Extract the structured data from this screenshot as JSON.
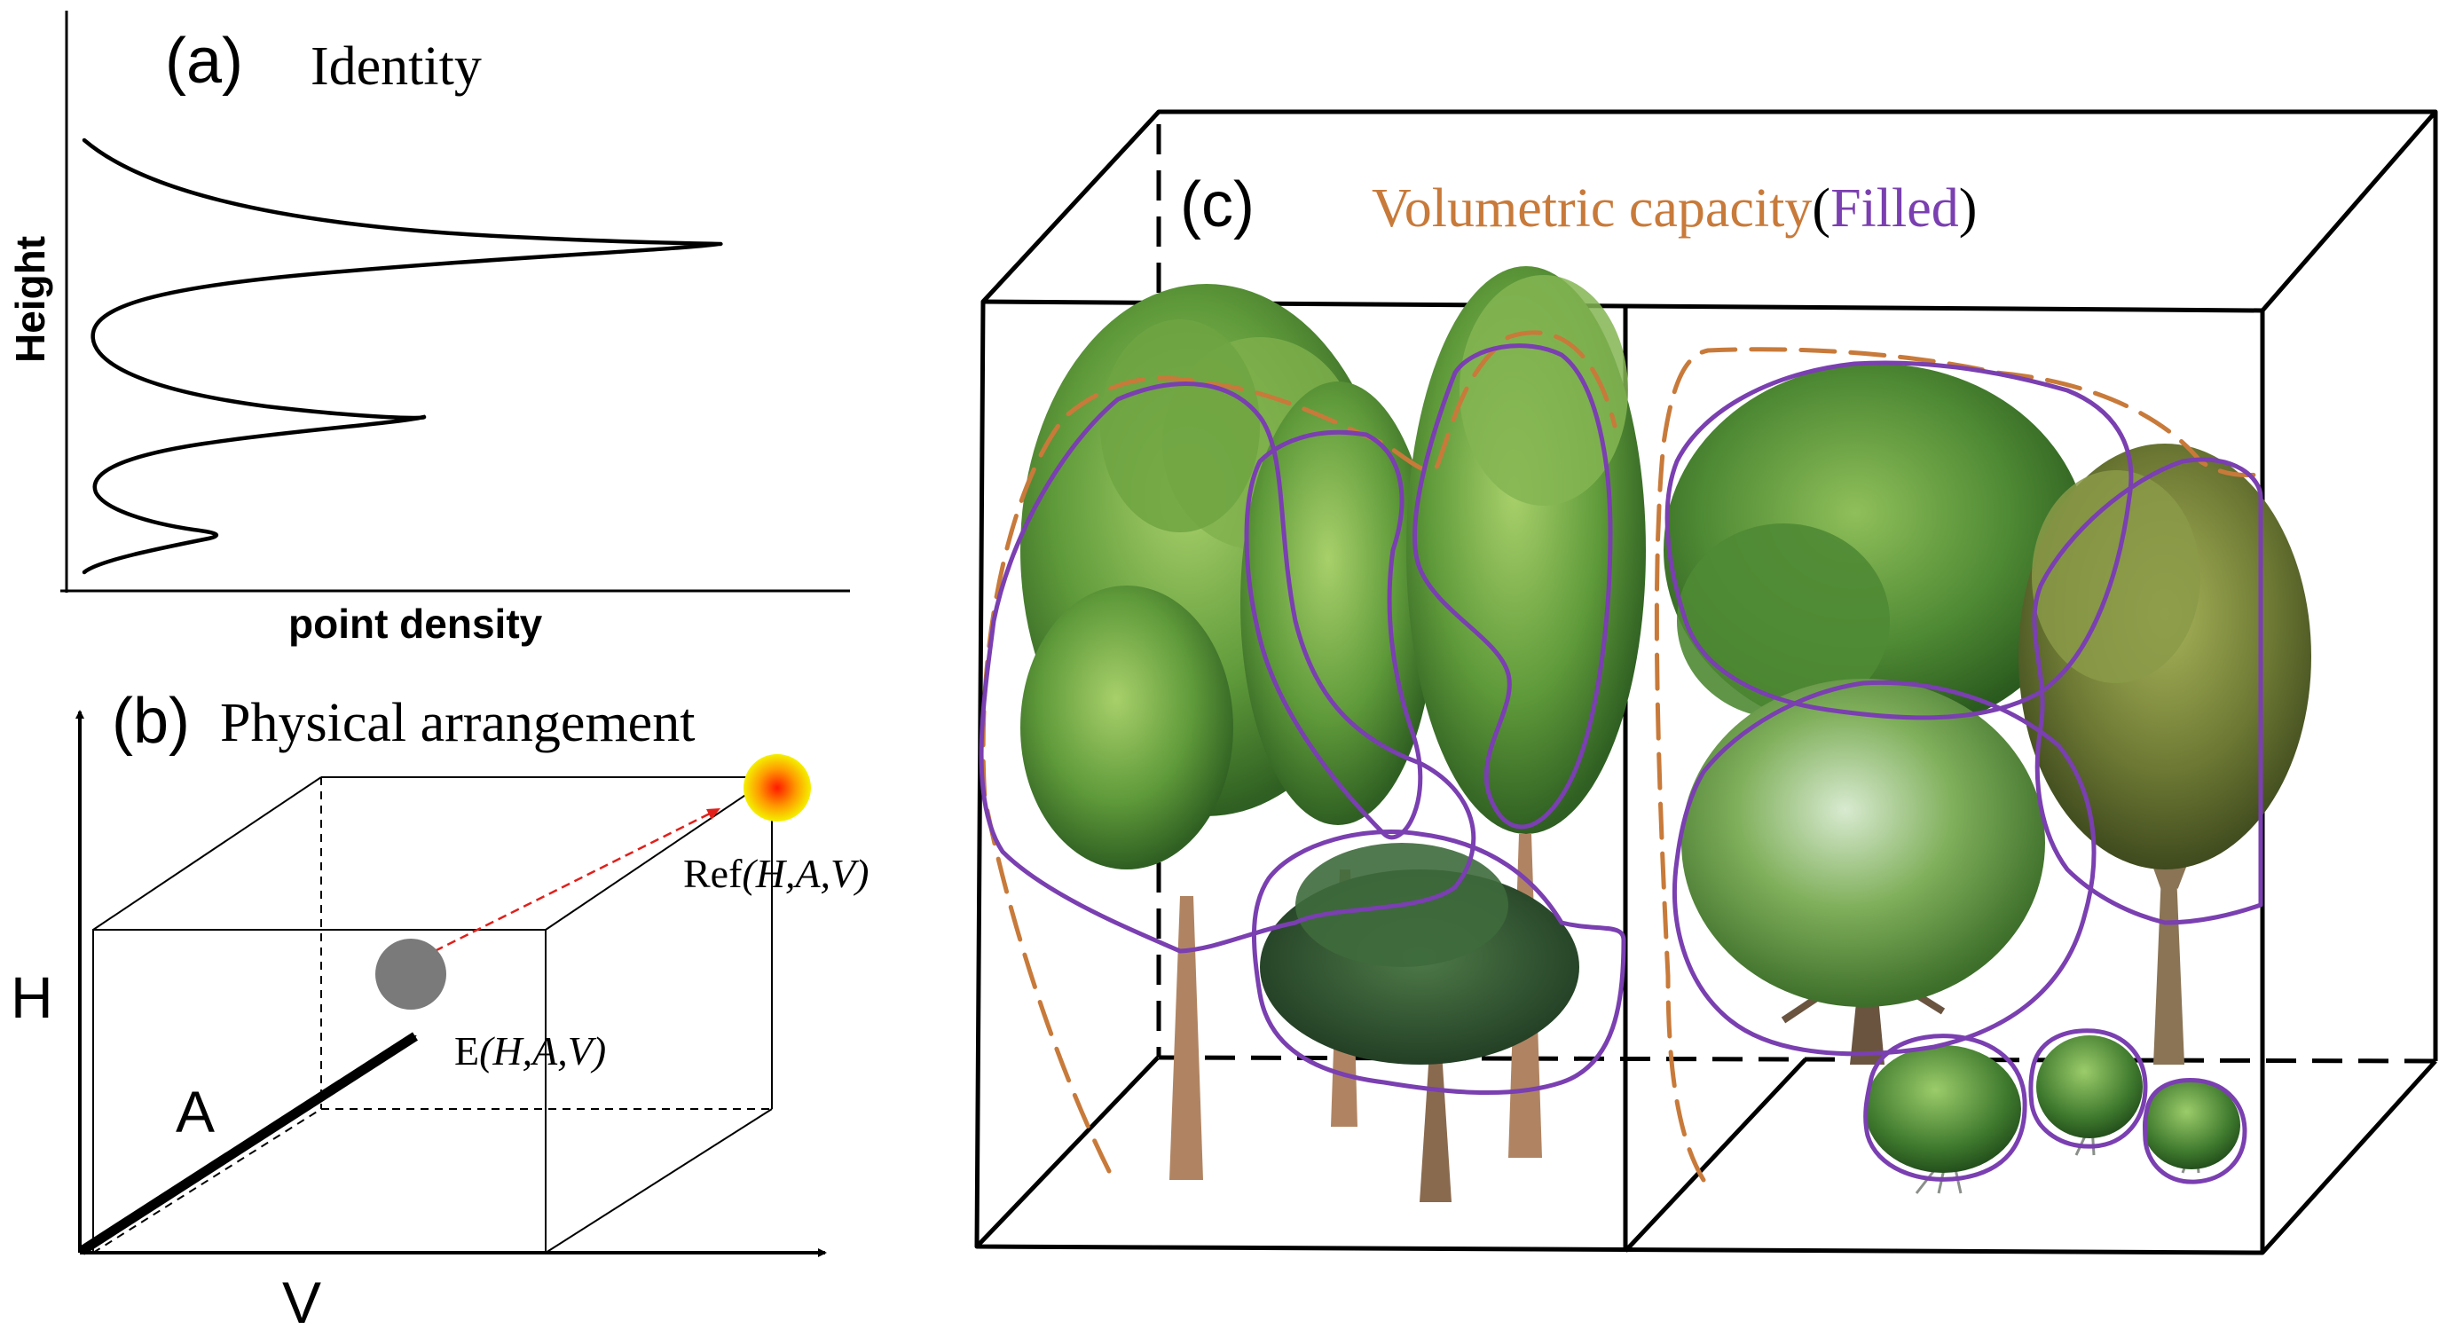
{
  "panel_a": {
    "letter": "(a)",
    "title": "Identity",
    "ylabel": "Height",
    "xlabel": "point density"
  },
  "panel_b": {
    "letter": "(b)",
    "title": "Physical arrangement",
    "axis_h": "H",
    "axis_a": "A",
    "axis_v": "V",
    "ref_prefix": "Ref",
    "ref_args": "(H,A,V)",
    "e_prefix": "E",
    "e_args": "(H,A,V)"
  },
  "panel_c": {
    "letter": "(c)",
    "title_capacity": "Volumetric capacity",
    "title_open": "(",
    "title_filled": "Filled",
    "title_close": ")"
  },
  "colors": {
    "capacity_outline": "#c87a3a",
    "filled_outline": "#7a3fb0",
    "reference_point": "#ff2a00",
    "entity_point": "#7a7a7a",
    "vector_arrow": "#e0201a"
  },
  "icons": {
    "conifer_tree": "pine-tree-icon",
    "broadleaf_tree": "broadleaf-tree-icon",
    "shrub": "shrub-icon"
  }
}
